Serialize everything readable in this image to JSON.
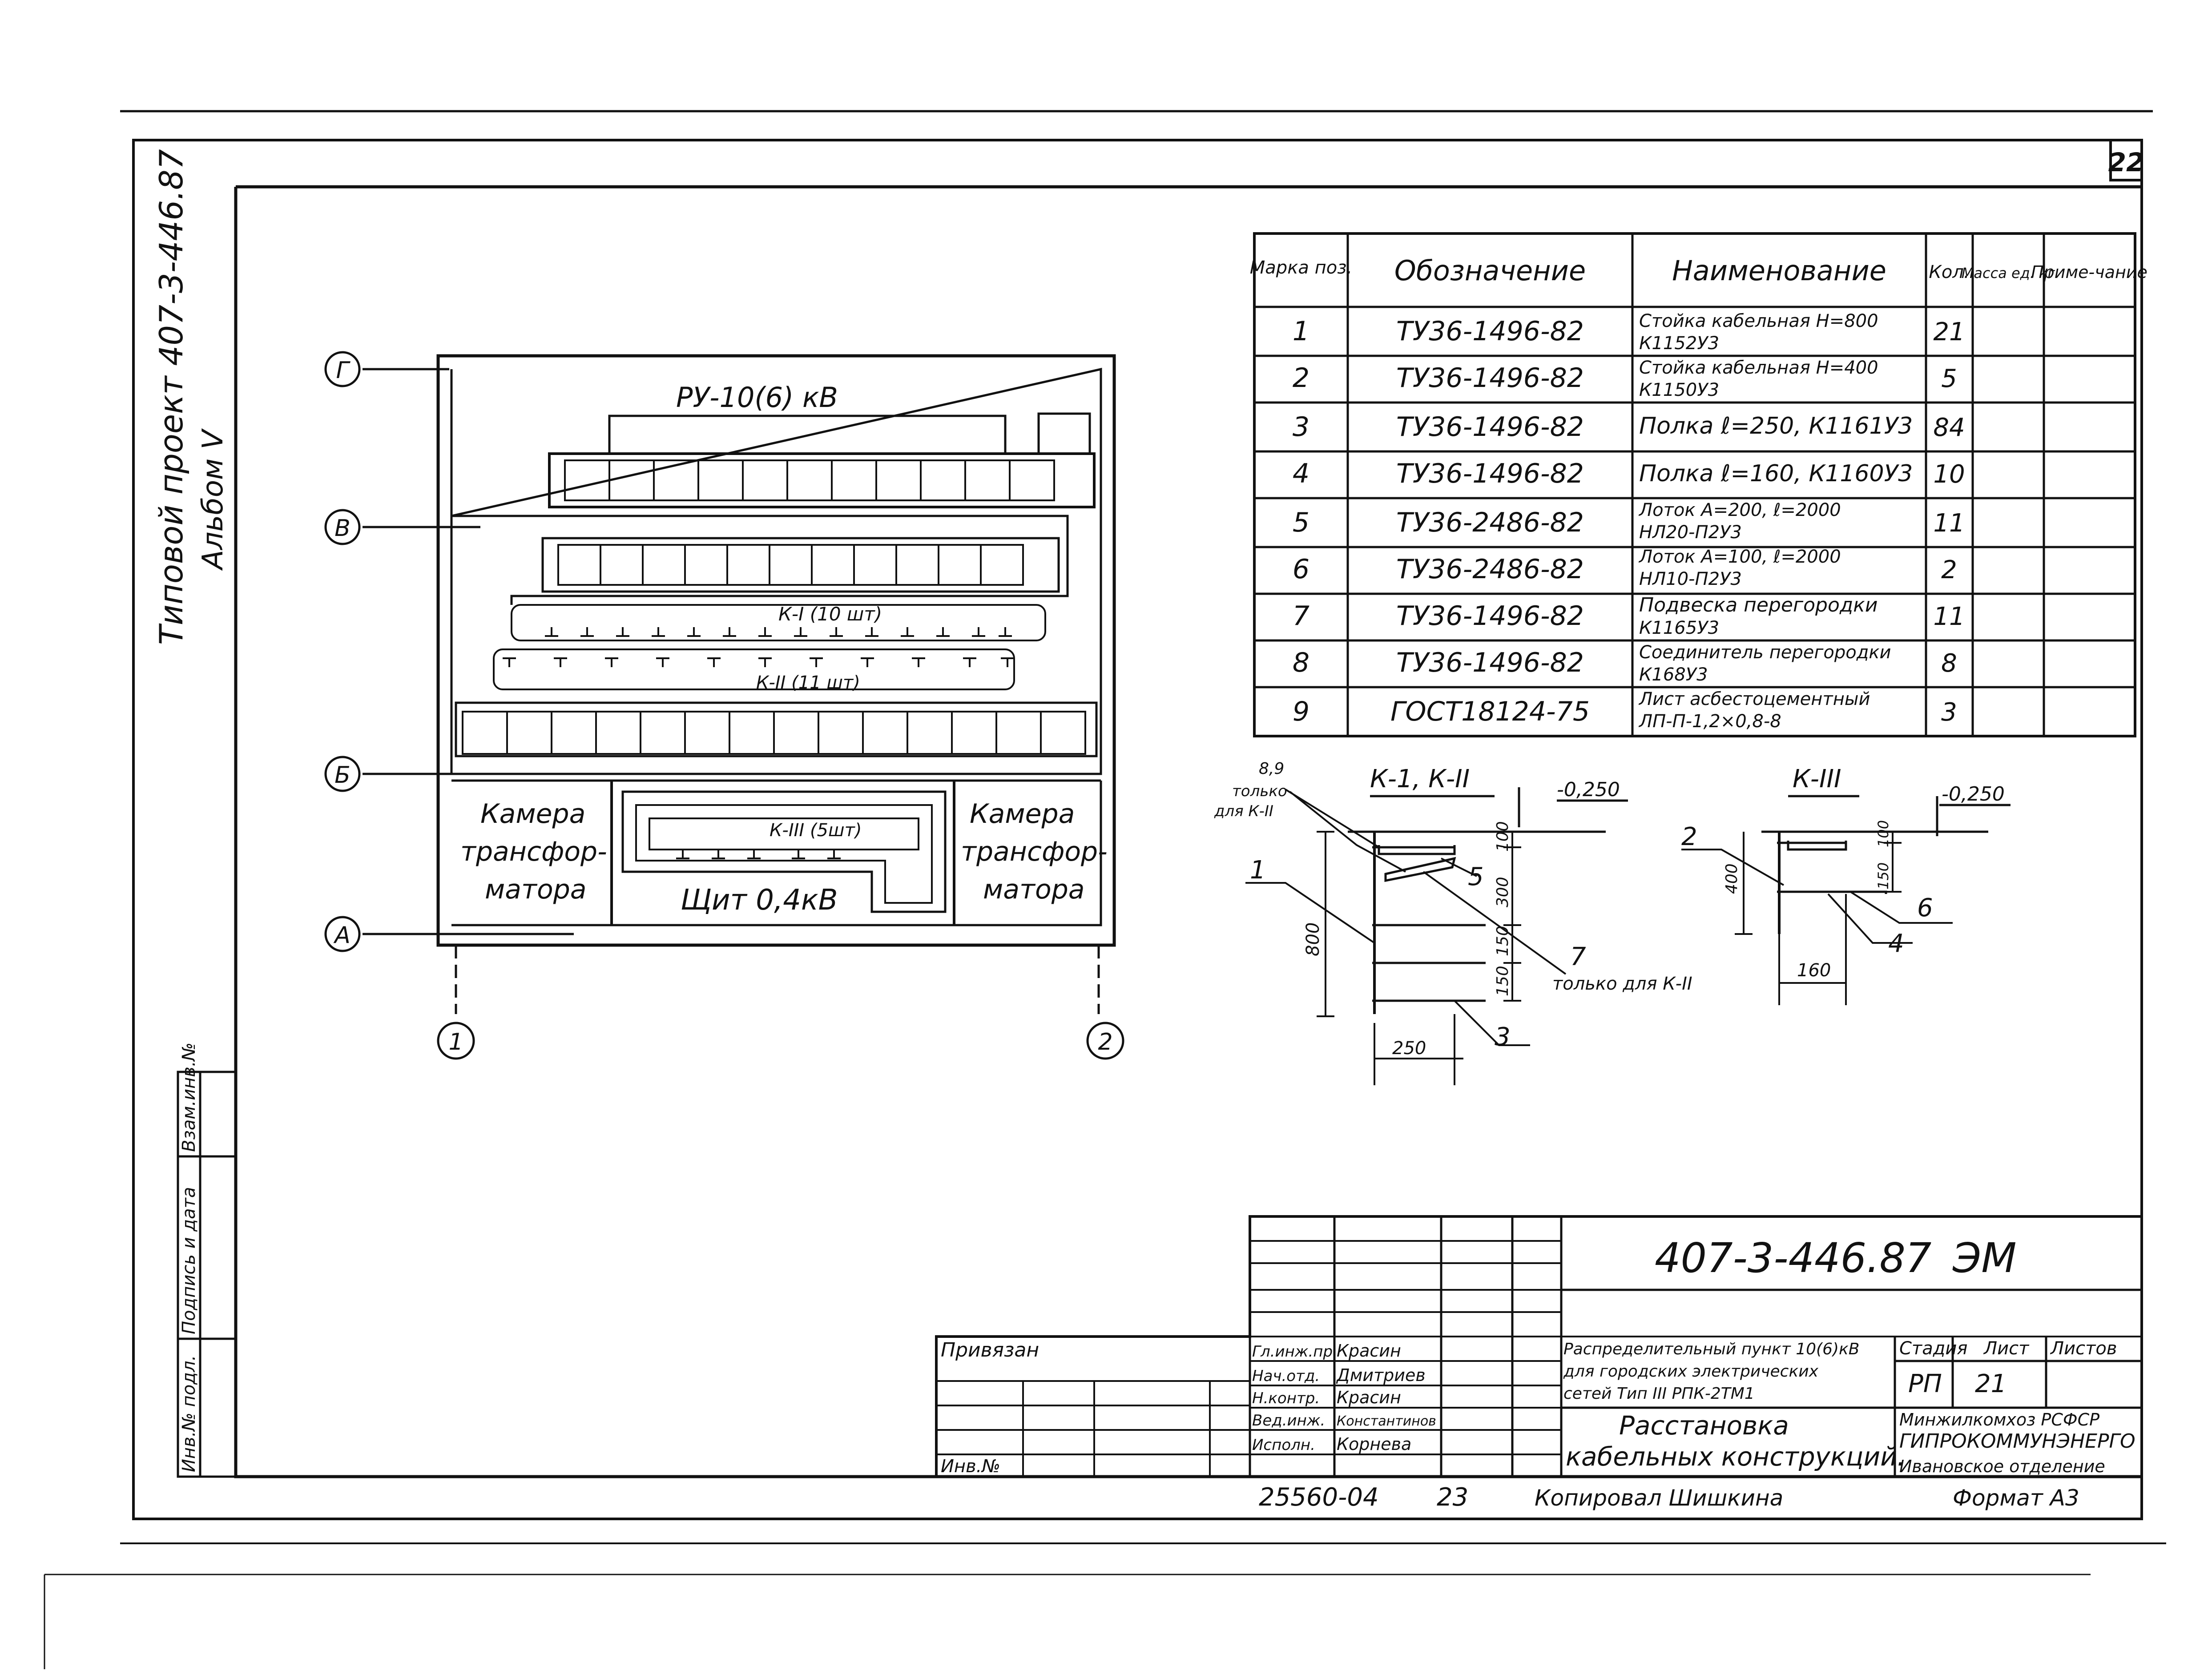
{
  "sheet_corner_number": "22",
  "side_title": {
    "line1": "Типовой проект 407-3-446.87",
    "line2": "Альбом V"
  },
  "plan": {
    "room_title": "РУ-10(6) кВ",
    "axes_letters": [
      "Г",
      "В",
      "Б",
      "А"
    ],
    "axes_numbers": [
      "1",
      "2"
    ],
    "k1_label": "К-I (10 шт)",
    "k2_label": "К-II (11 шт)",
    "k3_label": "К-III (5шт)",
    "camera_left": [
      "Камера",
      "трансфор-",
      "матора"
    ],
    "camera_right": [
      "Камера",
      "трансфор-",
      "матора"
    ],
    "shield_label": "Щит 0,4кВ"
  },
  "spec_table": {
    "headers": [
      "Марка поз.",
      "Обозначение",
      "Наименование",
      "Кол.",
      "Масса ед. кг",
      "Приме-чание"
    ],
    "rows": [
      {
        "pos": "1",
        "code": "ТУ36-1496-82",
        "name1": "Стойка кабельная Н=800",
        "name2": "К1152У3",
        "qty": "21"
      },
      {
        "pos": "2",
        "code": "ТУ36-1496-82",
        "name1": "Стойка кабельная Н=400",
        "name2": "К1150У3",
        "qty": "5"
      },
      {
        "pos": "3",
        "code": "ТУ36-1496-82",
        "name1": "Полка ℓ=250, К1161У3",
        "name2": "",
        "qty": "84"
      },
      {
        "pos": "4",
        "code": "ТУ36-1496-82",
        "name1": "Полка ℓ=160, К1160У3",
        "name2": "",
        "qty": "10"
      },
      {
        "pos": "5",
        "code": "ТУ36-2486-82",
        "name1": "Лоток А=200, ℓ=2000",
        "name2": "НЛ20-П2У3",
        "qty": "11"
      },
      {
        "pos": "6",
        "code": "ТУ36-2486-82",
        "name1": "Лоток А=100, ℓ=2000",
        "name2": "НЛ10-П2У3",
        "qty": "2"
      },
      {
        "pos": "7",
        "code": "ТУ36-1496-82",
        "name1": "Подвеска перегородки",
        "name2": "К1165У3",
        "qty": "11"
      },
      {
        "pos": "8",
        "code": "ТУ36-1496-82",
        "name1": "Соединитель перегородки",
        "name2": "К168У3",
        "qty": "8"
      },
      {
        "pos": "9",
        "code": "ГОСТ18124-75",
        "name1": "Лист асбестоцементный",
        "name2": "ЛП-П-1,2×0,8-8",
        "qty": "3"
      }
    ]
  },
  "section_a": {
    "title": "К-1, К-II",
    "elev": "-0,250",
    "note_top": [
      "8,9",
      "только",
      "для К-II"
    ],
    "note_bottom": "только для К-II",
    "dim_total": "800",
    "dims_right": [
      "100",
      "300",
      "150",
      "150"
    ],
    "dim_bottom": "250",
    "pos": [
      "1",
      "5",
      "7",
      "3"
    ]
  },
  "section_b": {
    "title": "К-III",
    "elev": "-0,250",
    "dim_total": "400",
    "dims_right": [
      "100",
      "150"
    ],
    "dim_bottom": "160",
    "pos": [
      "2",
      "6",
      "4"
    ]
  },
  "title_block": {
    "doc_number": "407-3-446.87",
    "doc_mark": "ЭМ",
    "project_desc": [
      "Распределительный пункт 10(6)кВ",
      "для городских электрических",
      "сетей Тип III РПК-2ТМ1"
    ],
    "drawing_title": [
      "Расстановка",
      "кабельных конструкций."
    ],
    "stage_label": "Стадия",
    "sheet_label": "Лист",
    "sheets_label": "Листов",
    "stage": "РП",
    "sheet": "21",
    "org1": "Минжилкомхоз РСФСР",
    "org2": "ГИПРОКОММУНЭНЕРГО",
    "org3": "Ивановское отделение",
    "roles": [
      "Гл.инж.пр.",
      "Нач.отд.",
      "Н.контр.",
      "Вед.инж.",
      "Исполн."
    ],
    "names": [
      "Красин",
      "Дмитриев",
      "Красин",
      "Константинов",
      "Корнева"
    ],
    "attached_label": "Привязан",
    "inv_label": "Инв.№"
  },
  "left_stamp": [
    "Инв.№ подл.",
    "Подпись и дата",
    "Взам.инв.№"
  ],
  "footer": {
    "archive": "25560-04",
    "sheet_ref": "23",
    "copied": "Копировал Шишкина",
    "format": "Формат А3"
  }
}
